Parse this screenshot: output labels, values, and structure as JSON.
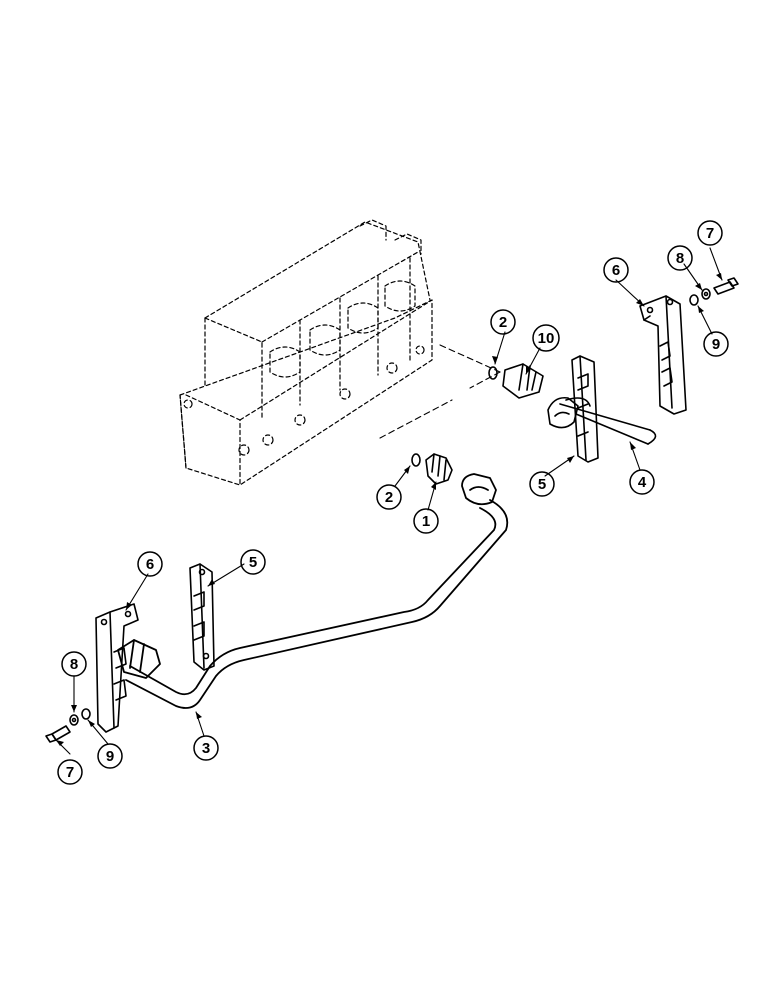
{
  "diagram": {
    "callouts": [
      {
        "id": "c1",
        "label": "1"
      },
      {
        "id": "c2a",
        "label": "2"
      },
      {
        "id": "c2b",
        "label": "2"
      },
      {
        "id": "c3",
        "label": "3"
      },
      {
        "id": "c4",
        "label": "4"
      },
      {
        "id": "c5a",
        "label": "5"
      },
      {
        "id": "c5b",
        "label": "5"
      },
      {
        "id": "c6a",
        "label": "6"
      },
      {
        "id": "c6b",
        "label": "6"
      },
      {
        "id": "c7a",
        "label": "7"
      },
      {
        "id": "c7b",
        "label": "7"
      },
      {
        "id": "c8a",
        "label": "8"
      },
      {
        "id": "c8b",
        "label": "8"
      },
      {
        "id": "c9a",
        "label": "9"
      },
      {
        "id": "c9b",
        "label": "9"
      },
      {
        "id": "c10",
        "label": "10"
      }
    ]
  }
}
